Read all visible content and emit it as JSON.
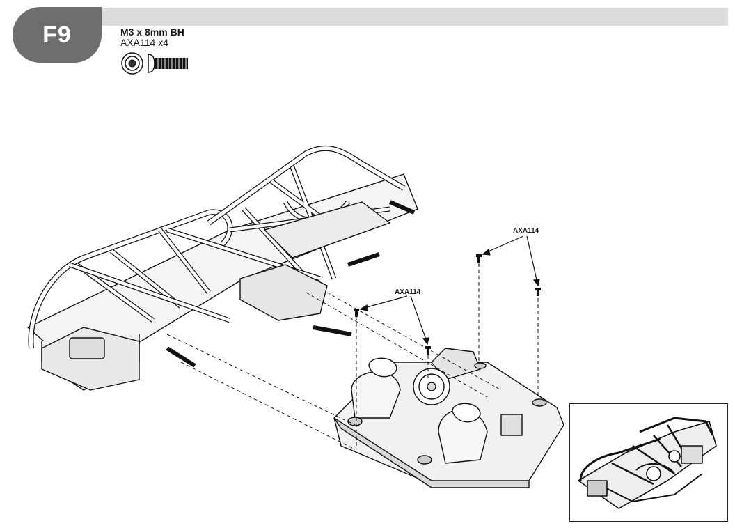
{
  "step": {
    "label": "F9"
  },
  "hardware": {
    "name": "M3 x 8mm BH",
    "code_qty": "AXA114 x4",
    "icon": "button-head-screw-icon"
  },
  "callouts": [
    "AXA114",
    "AXA114"
  ],
  "colors": {
    "badge": "#6e6e6e",
    "bar": "#dcdcdc",
    "line": "#1a1a1a"
  }
}
